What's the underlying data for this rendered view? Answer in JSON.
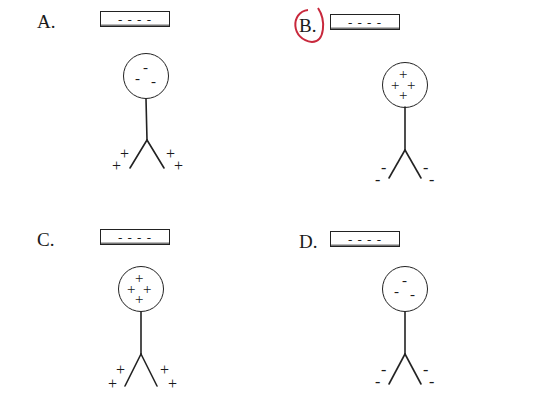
{
  "diagram": {
    "nodes": [
      {
        "text": [
          "- - - -"
        ]
      },
      {
        "text": [
          "-",
          "-",
          "-"
        ]
      },
      {
        "text": [
          "- - - -"
        ]
      },
      {
        "text": [
          "+",
          "+",
          "+",
          "+"
        ]
      },
      {
        "text": [
          "- - - -"
        ]
      },
      {
        "text": [
          "+",
          "+",
          "+",
          "+"
        ]
      },
      {
        "text": [
          "- - - -"
        ]
      },
      {
        "text": [
          "-",
          "-",
          "-"
        ]
      }
    ],
    "labels": [
      "A.",
      "+",
      "+",
      "+",
      "+",
      "B.",
      "-",
      "-",
      "-",
      "-",
      "C.",
      "+",
      "+",
      "+",
      "+",
      "D.",
      "-",
      "-",
      "-",
      "-"
    ]
  }
}
